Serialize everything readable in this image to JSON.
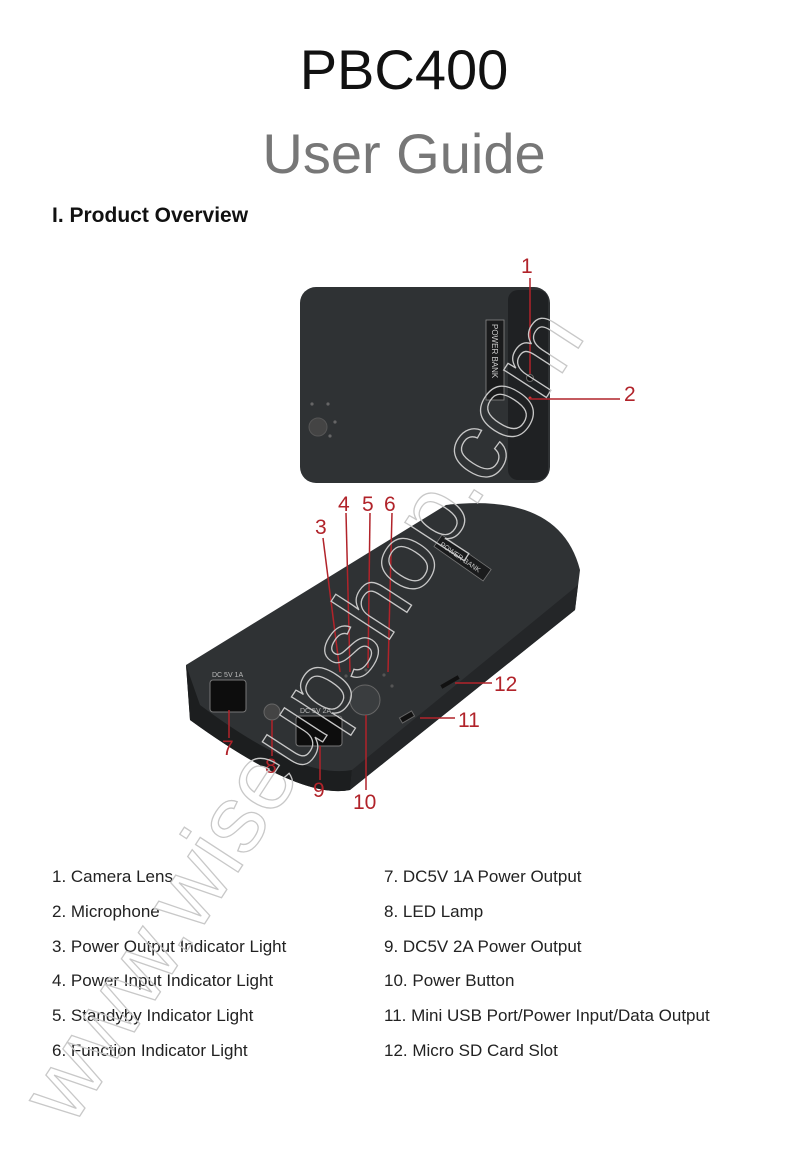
{
  "header": {
    "product": "PBC400",
    "subtitle": "User Guide"
  },
  "section_title": "I. Product Overview",
  "device_top": {
    "label": "POWER BANK"
  },
  "device_bottom": {
    "label": "POWER BANK",
    "port1_label": "DC 5V 1A",
    "port2_label": "DC 5V 2A"
  },
  "callout_numbers": [
    "1",
    "2",
    "3",
    "4",
    "5",
    "6",
    "7",
    "8",
    "9",
    "10",
    "11",
    "12"
  ],
  "parts": [
    "1. Camera Lens",
    "2. Microphone",
    "3. Power Output Indicator Light",
    "4. Power Input Indicator Light",
    "5. Standyby Indicator Light",
    "6. Function Indicator Light",
    "7. DC5V 1A Power Output",
    "8. LED Lamp",
    "9. DC5V 2A Power Output",
    "10. Power Button",
    "11. Mini USB Port/Power Input/Data Output",
    "12. Micro SD Card Slot"
  ],
  "watermark": "www.wiseupshop.com",
  "colors": {
    "callout": "#b1232a",
    "subtitle": "#777777",
    "device": "#2f3234"
  }
}
